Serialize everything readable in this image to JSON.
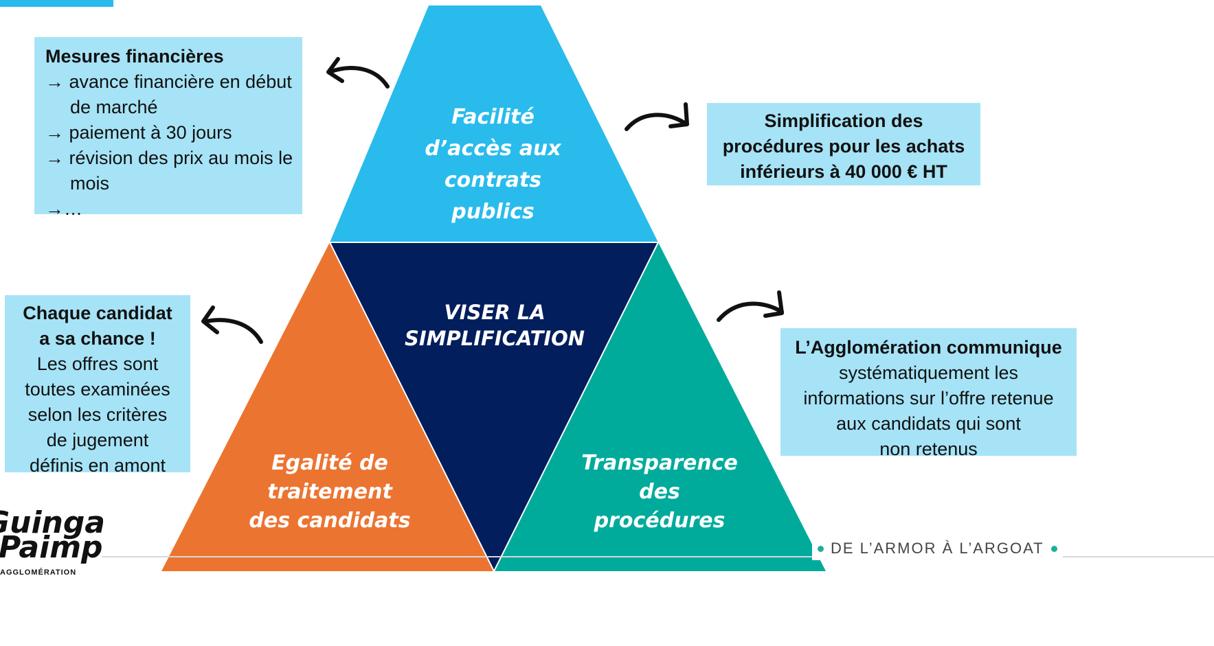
{
  "colors": {
    "top_triangle": "#29bbec",
    "center_triangle": "#031e5c",
    "left_triangle": "#ec7431",
    "right_triangle": "#00ab9c",
    "box_fill": "#a6e3f7"
  },
  "triangles": {
    "top": [
      "Facilité",
      "d’accès aux",
      "contrats",
      "publics"
    ],
    "center": [
      "VISER LA",
      "SIMPLIFICATION"
    ],
    "left": [
      "Egalité de",
      "traitement",
      "des candidats"
    ],
    "right": [
      "Transparence",
      "des",
      "procédures"
    ]
  },
  "boxes": {
    "financial": {
      "title": "Mesures financières",
      "items": [
        "→  avance financière en début de marché",
        "→  paiement à 30 jours",
        "→  révision des prix au mois le mois",
        "→…"
      ]
    },
    "simplification": [
      "Simplification des",
      "procédures pour les achats",
      "inférieurs à 40 000 € HT"
    ],
    "chance": {
      "title": [
        "Chaque candidat",
        "a sa chance !"
      ],
      "body": [
        "Les offres sont",
        "toutes examinées",
        "selon les critères",
        "de jugement",
        "définis en amont"
      ]
    },
    "communication": {
      "title": "L’Agglomération communique",
      "body": [
        "systématiquement les",
        "informations sur l’offre retenue",
        "aux candidats qui sont",
        "non retenus"
      ]
    }
  },
  "footer": {
    "tagline": "DE L’ARMOR À L’ARGOAT",
    "logo_line1": "Guingamp",
    "logo_line2": "Paimpol",
    "logo_line3": "AGGLOMÉRATION"
  }
}
